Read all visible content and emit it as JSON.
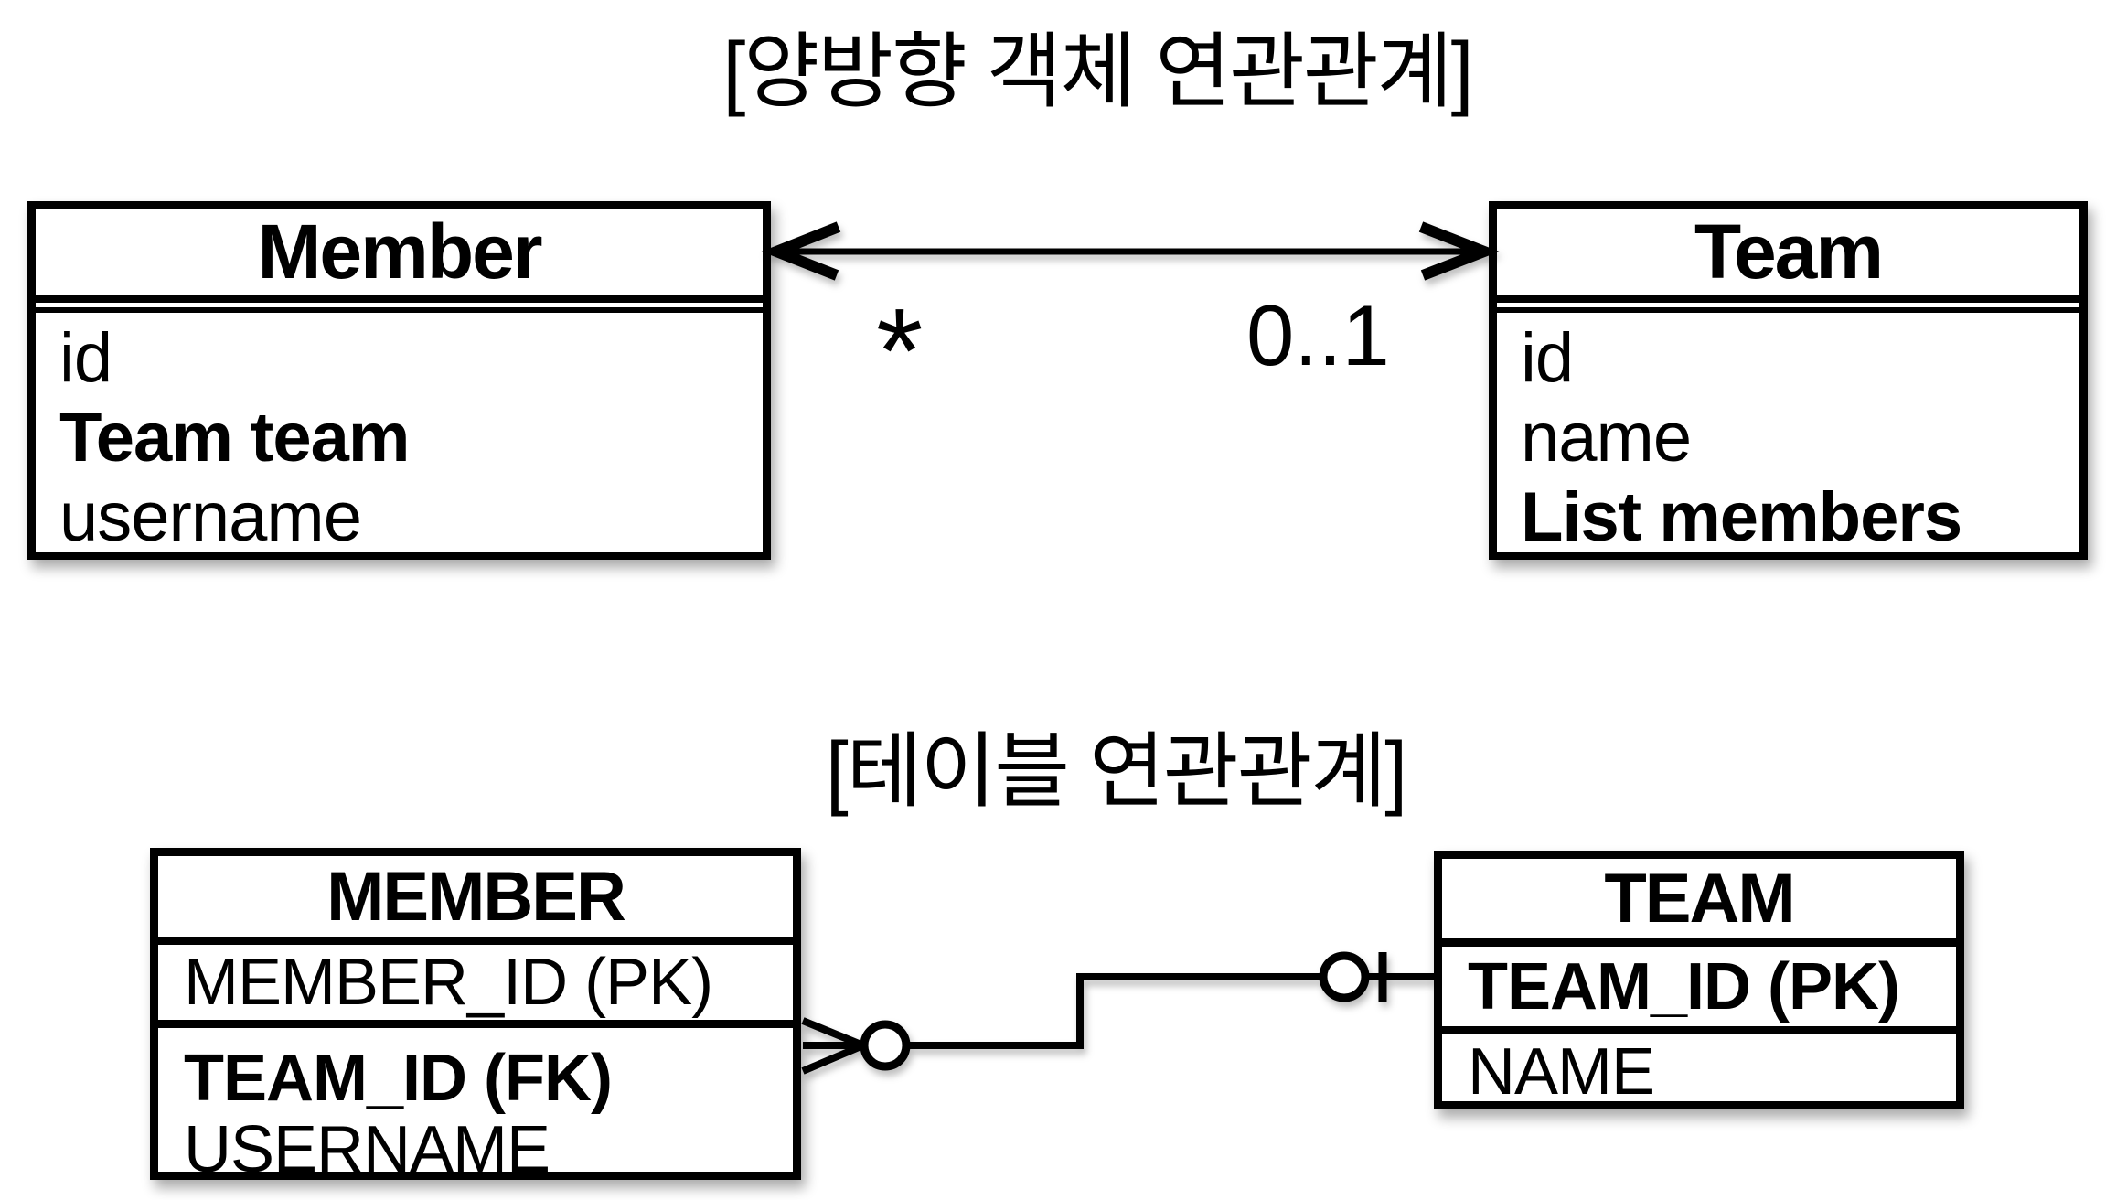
{
  "object_section": {
    "title": "[양방향 객체 연관관계]",
    "member_class": {
      "name": "Member",
      "fields": [
        "id",
        "Team team",
        "username"
      ]
    },
    "team_class": {
      "name": "Team",
      "fields": [
        "id",
        "name",
        "List members"
      ]
    },
    "association": {
      "member_side_multiplicity": "*",
      "team_side_multiplicity": "0..1"
    }
  },
  "table_section": {
    "title": "[테이블 연관관계]",
    "member_table": {
      "name": "MEMBER",
      "rows": [
        "MEMBER_ID (PK)",
        "TEAM_ID (FK)",
        "USERNAME"
      ]
    },
    "team_table": {
      "name": "TEAM",
      "rows": [
        "TEAM_ID (PK)",
        "NAME"
      ]
    }
  },
  "colors": {
    "line": "#000000",
    "background": "#ffffff"
  }
}
